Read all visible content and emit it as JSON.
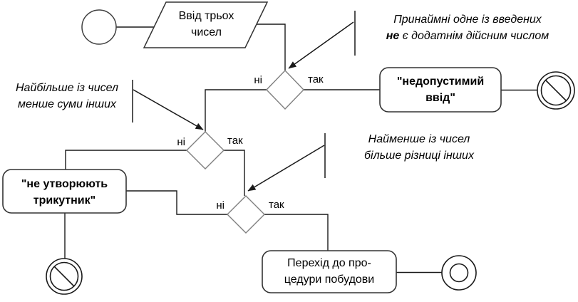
{
  "diagram": {
    "kind": "uml-activity-diagram",
    "nodes": {
      "input": {
        "line1": "Ввід трьох",
        "line2": "чисел"
      },
      "invalid_input": {
        "line1": "\"недопустимий",
        "line2": "ввід\""
      },
      "no_triangle": {
        "line1": "\"не утворюють",
        "line2": "трикутник\""
      },
      "build_procedure": {
        "line1": "Перехід до про-",
        "line2": "цедури побудови"
      }
    },
    "decisions": {
      "d1": {
        "no": "ні",
        "yes": "так"
      },
      "d2": {
        "no": "ні",
        "yes": "так"
      },
      "d3": {
        "no": "ні",
        "yes": "так"
      }
    },
    "annotations": {
      "invalid": {
        "line1": "Принаймні одне із введених",
        "line2_bold": "не",
        "line2_rest": " є додатнім дійсним числом"
      },
      "largest": {
        "line1": "Найбільше із чисел",
        "line2": "менше суми інших"
      },
      "smallest": {
        "line1": "Найменше із чисел",
        "line2": "більше різниці інших"
      }
    },
    "icons": {
      "initial_node": "open-circle",
      "flow_final_node": "circle-with-slash",
      "activity_final_node": "double-circle"
    },
    "colors": {
      "background": "#ffffff",
      "line": "#1a1a1a",
      "diamond_stroke": "#7f7f7f",
      "shape_stroke": "#333333",
      "text": "#000000"
    }
  }
}
